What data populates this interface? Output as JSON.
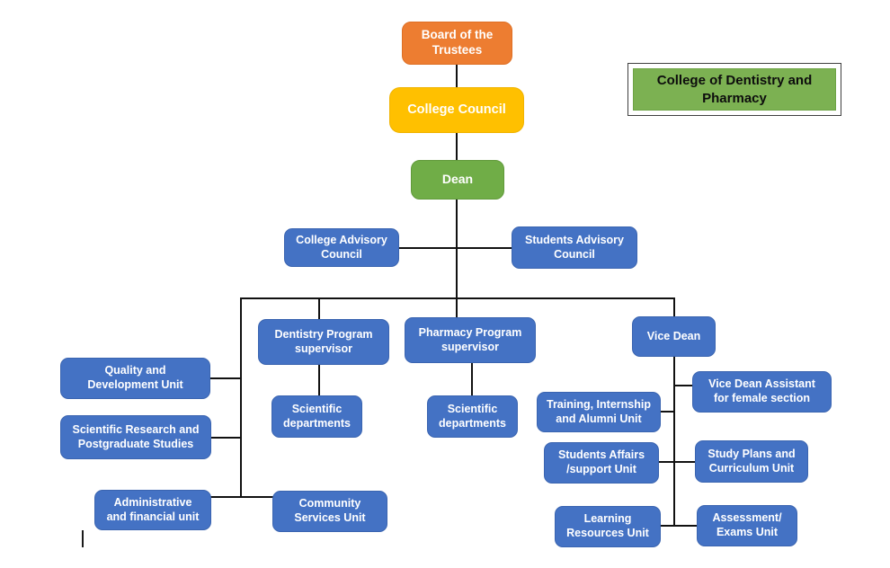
{
  "title_box": {
    "label": "College of Dentistry and\nPharmacy"
  },
  "colors": {
    "orange": "#ED7D31",
    "yellow": "#FFC000",
    "green": "#70AD47",
    "blue": "#4472C4",
    "title_green": "#7CB152",
    "connector_line": "#111111"
  },
  "nodes": {
    "board": {
      "label": "Board of the\nTrustees"
    },
    "college_council": {
      "label": "College Council"
    },
    "dean": {
      "label": "Dean"
    },
    "college_advisory": {
      "label": "College Advisory\nCouncil"
    },
    "students_advisory": {
      "label": "Students Advisory\nCouncil"
    },
    "dentistry_supervisor": {
      "label": "Dentistry Program\nsupervisor"
    },
    "pharmacy_supervisor": {
      "label": "Pharmacy Program\nsupervisor"
    },
    "vice_dean": {
      "label": "Vice Dean"
    },
    "quality_unit": {
      "label": "Quality and\nDevelopment Unit"
    },
    "scientific_research": {
      "label": "Scientific Research and\nPostgraduate Studies"
    },
    "sci_dept_dentistry": {
      "label": "Scientific\ndepartments"
    },
    "sci_dept_pharmacy": {
      "label": "Scientific\ndepartments"
    },
    "admin_financial": {
      "label": "Administrative\nand financial unit"
    },
    "community_services": {
      "label": "Community\nServices Unit"
    },
    "training_alumni": {
      "label": "Training, Internship\nand Alumni Unit"
    },
    "vice_dean_assistant": {
      "label": "Vice Dean Assistant\nfor female section"
    },
    "students_affairs": {
      "label": "Students Affairs\n/support Unit"
    },
    "study_plans": {
      "label": "Study Plans and\nCurriculum Unit"
    },
    "learning_resources": {
      "label": "Learning\nResources Unit"
    },
    "assessment_exams": {
      "label": "Assessment/\nExams Unit"
    }
  },
  "edges": [
    [
      "board",
      "college_council"
    ],
    [
      "college_council",
      "dean"
    ],
    [
      "dean",
      "college_advisory"
    ],
    [
      "dean",
      "students_advisory"
    ],
    [
      "dean",
      "quality_unit"
    ],
    [
      "dean",
      "scientific_research"
    ],
    [
      "dean",
      "admin_financial"
    ],
    [
      "dean",
      "community_services"
    ],
    [
      "dean",
      "dentistry_supervisor"
    ],
    [
      "dean",
      "pharmacy_supervisor"
    ],
    [
      "dean",
      "vice_dean"
    ],
    [
      "dentistry_supervisor",
      "sci_dept_dentistry"
    ],
    [
      "pharmacy_supervisor",
      "sci_dept_pharmacy"
    ],
    [
      "vice_dean",
      "vice_dean_assistant"
    ],
    [
      "vice_dean",
      "training_alumni"
    ],
    [
      "vice_dean",
      "students_affairs"
    ],
    [
      "vice_dean",
      "study_plans"
    ],
    [
      "vice_dean",
      "learning_resources"
    ],
    [
      "vice_dean",
      "assessment_exams"
    ]
  ]
}
